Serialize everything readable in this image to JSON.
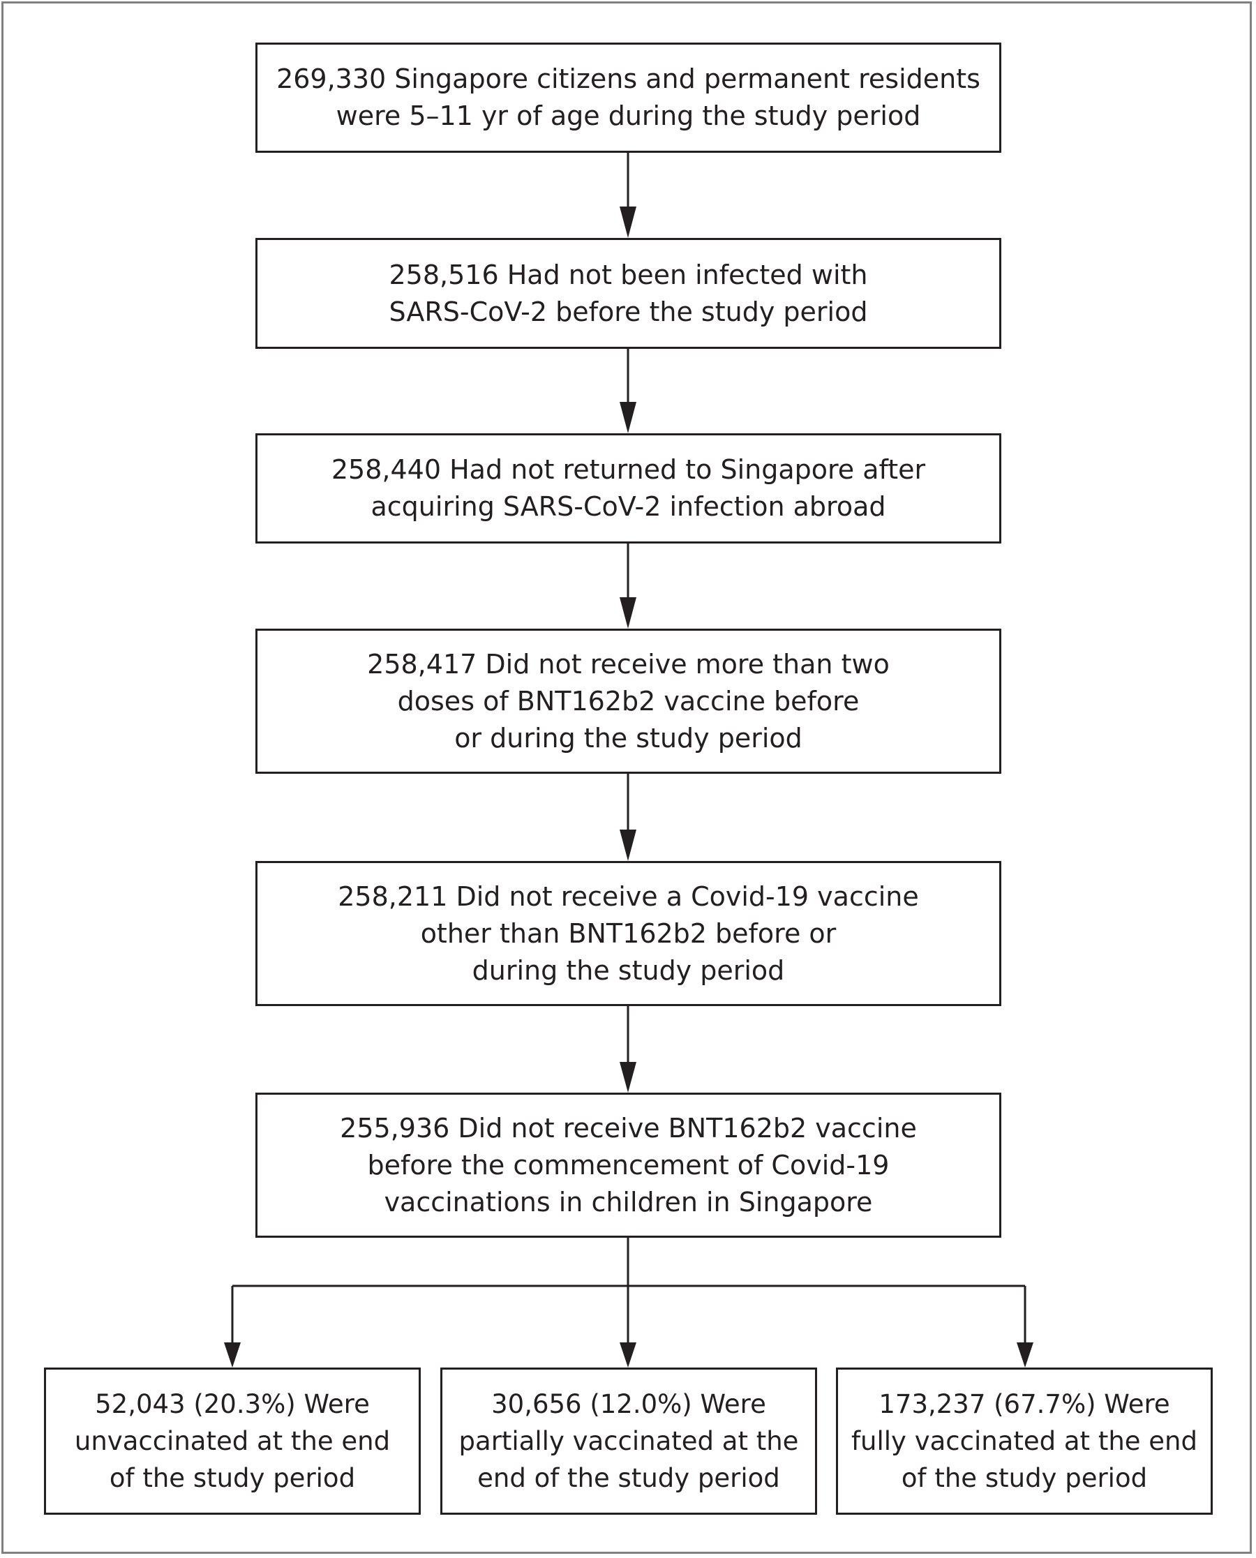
{
  "flowchart": {
    "steps": [
      {
        "text": "269,330 Singapore citizens and permanent residents\nwere 5–11 yr of age during the study period"
      },
      {
        "text": "258,516 Had not been infected with\nSARS-CoV-2 before the study period"
      },
      {
        "text": "258,440 Had not returned to Singapore after\nacquiring SARS-CoV-2 infection abroad"
      },
      {
        "text": "258,417 Did not receive more than two\ndoses of BNT162b2 vaccine before\nor during the study period"
      },
      {
        "text": "258,211 Did not receive a Covid-19 vaccine\nother than BNT162b2 before or\nduring the study period"
      },
      {
        "text": "255,936 Did not receive BNT162b2 vaccine\nbefore the commencement of Covid-19\nvaccinations in children in Singapore"
      }
    ],
    "outcomes": [
      {
        "text": "52,043 (20.3%) Were\nunvaccinated at the end\nof the study period"
      },
      {
        "text": "30,656 (12.0%) Were\npartially vaccinated at the\nend of the study period"
      },
      {
        "text": "173,237 (67.7%) Were\nfully vaccinated at the end\nof the study period"
      }
    ]
  }
}
